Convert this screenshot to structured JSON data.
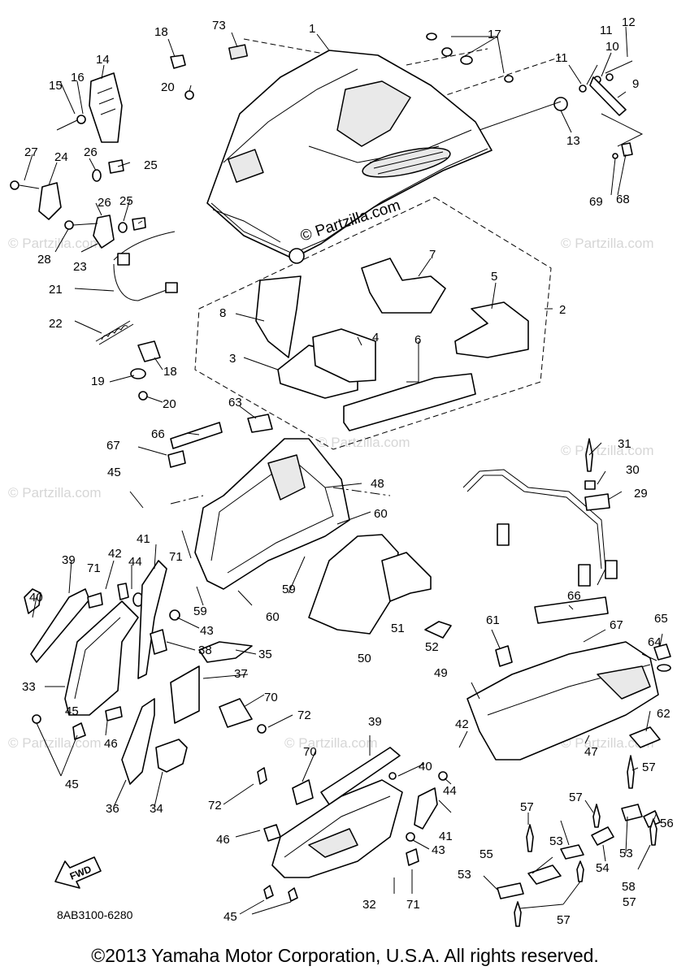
{
  "diagram_code": "8AB3100-6280",
  "copyright": "©2013 Yamaha Motor Corporation, U.S.A. All rights reserved.",
  "watermark": "© Partzilla.com",
  "hood_logo_text": "© Partzilla.com",
  "fwd_label": "FWD",
  "labels": [
    "1",
    "2",
    "3",
    "4",
    "5",
    "6",
    "7",
    "8",
    "9",
    "10",
    "11",
    "11",
    "12",
    "13",
    "14",
    "15",
    "16",
    "17",
    "18",
    "18",
    "19",
    "20",
    "20",
    "21",
    "22",
    "23",
    "24",
    "25",
    "25",
    "26",
    "26",
    "27",
    "28",
    "29",
    "30",
    "31",
    "32",
    "33",
    "34",
    "35",
    "36",
    "37",
    "38",
    "39",
    "39",
    "40",
    "40",
    "41",
    "41",
    "42",
    "42",
    "43",
    "43",
    "44",
    "44",
    "45",
    "45",
    "45",
    "45",
    "46",
    "46",
    "47",
    "48",
    "49",
    "50",
    "51",
    "52",
    "53",
    "53",
    "53",
    "54",
    "55",
    "56",
    "57",
    "57",
    "57",
    "57",
    "57",
    "58",
    "59",
    "59",
    "60",
    "60",
    "61",
    "62",
    "63",
    "64",
    "65",
    "66",
    "66",
    "67",
    "67",
    "68",
    "69",
    "70",
    "70",
    "71",
    "71",
    "71",
    "72",
    "72",
    "73"
  ]
}
